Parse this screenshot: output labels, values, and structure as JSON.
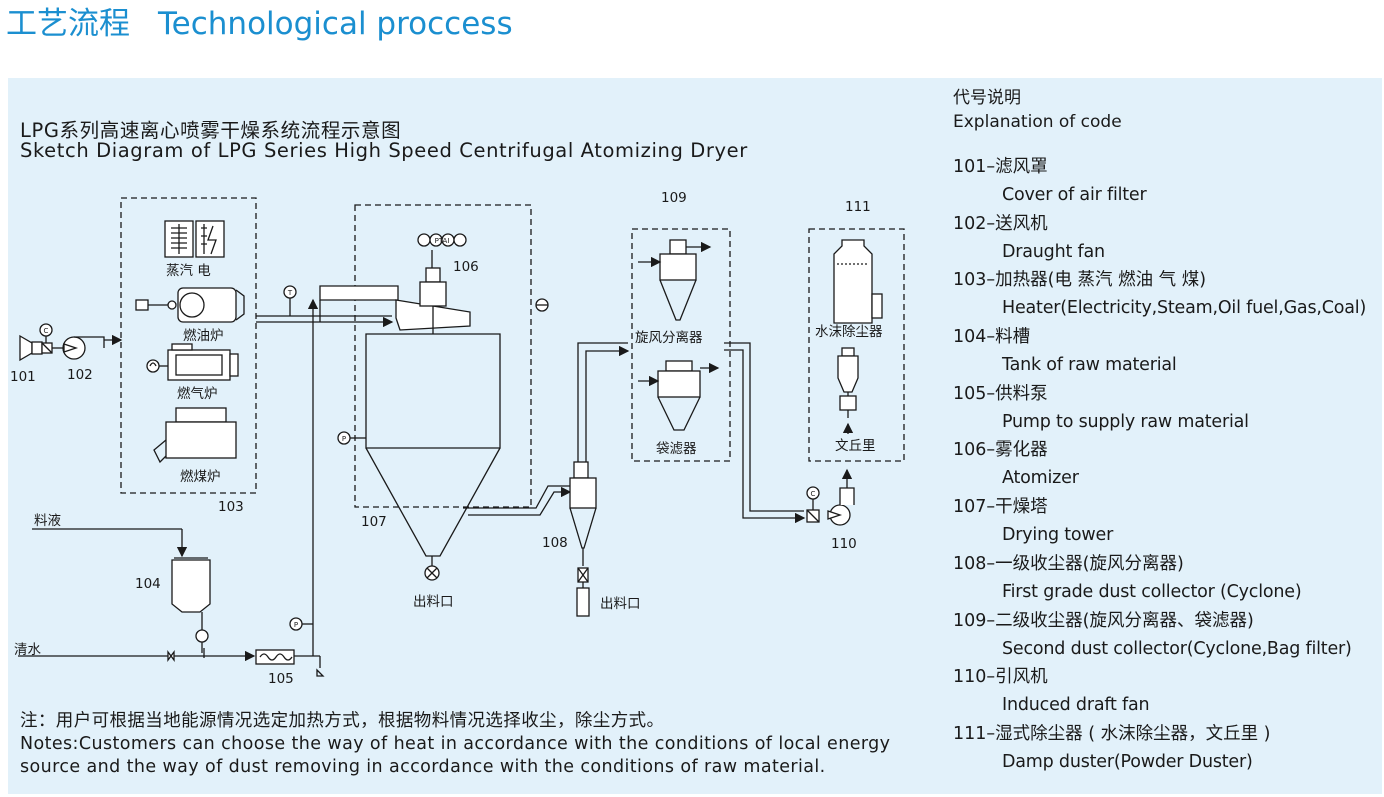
{
  "header": {
    "title_cn": "工艺流程",
    "title_en": "Technological proccess"
  },
  "diagram": {
    "title_cn": "LPG系列高速离心喷雾干燥系统流程示意图",
    "title_en": "Sketch Diagram of LPG Series High Speed Centrifugal Atomizing Dryer",
    "labels": {
      "n101": "101",
      "n102": "102",
      "n103": "103",
      "n104": "104",
      "n105": "105",
      "n106": "106",
      "n107": "107",
      "n108": "108",
      "n109": "109",
      "n110": "110",
      "n111": "111",
      "steam_electric": "蒸汽 电",
      "oil_furnace": "燃油炉",
      "gas_furnace": "燃气炉",
      "coal_furnace": "燃煤炉",
      "feed_liquid": "料液",
      "clean_water": "清水",
      "discharge_tower": "出料口",
      "discharge_cyclone": "出料口",
      "cyclone_separator": "旋风分离器",
      "bag_filter": "袋滤器",
      "water_film_dust": "水沫除尘器",
      "venturi": "文丘里",
      "sensor_text": "PTAI",
      "t_symbol": "T",
      "c_symbol": "C",
      "p_symbol": "P"
    }
  },
  "legend": {
    "title_cn": "代号说明",
    "title_en": "Explanation of code",
    "items": [
      {
        "code": "101–滤风罩",
        "en": "Cover of air filter"
      },
      {
        "code": "102–送风机",
        "en": "Draught fan"
      },
      {
        "code": "103–加热器(电 蒸汽 燃油 气 煤)",
        "en": "Heater(Electricity,Steam,Oil fuel,Gas,Coal)"
      },
      {
        "code": "104–料槽",
        "en": "Tank of raw material"
      },
      {
        "code": "105–供料泵",
        "en": "Pump to supply raw material"
      },
      {
        "code": "106–雾化器",
        "en": "Atomizer"
      },
      {
        "code": "107–干燥塔",
        "en": "Drying tower"
      },
      {
        "code": "108–一级收尘器(旋风分离器)",
        "en": "First grade dust collector (Cyclone)"
      },
      {
        "code": "109–二级收尘器(旋风分离器、袋滤器)",
        "en": "Second dust collector(Cyclone,Bag filter)"
      },
      {
        "code": "110–引风机",
        "en": "Induced draft fan"
      },
      {
        "code": "111–湿式除尘器 ( 水沫除尘器，文丘里 )",
        "en": "Damp duster(Powder Duster)"
      }
    ]
  },
  "notes": {
    "cn": "注：用户可根据当地能源情况选定加热方式，根据物料情况选择收尘，除尘方式。",
    "en_line1": "Notes:Customers can choose the way of heat in accordance with the conditions of local energy",
    "en_line2": "source and the way of dust removing in accordance with the conditions of raw material."
  },
  "colors": {
    "title": "#1b8fd0",
    "panel": "#e2f1fa",
    "line": "#1a1a1a"
  }
}
